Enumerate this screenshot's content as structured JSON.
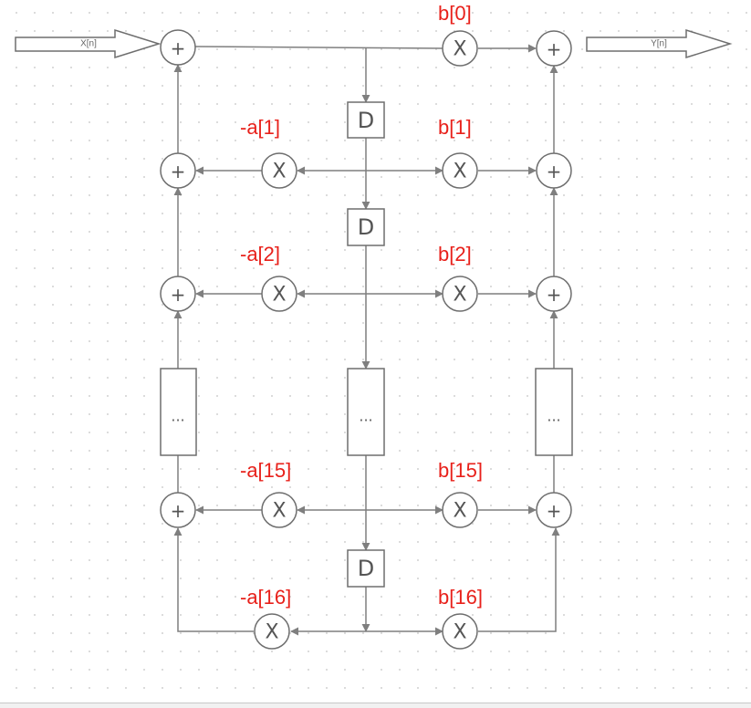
{
  "io": {
    "input_label": "X[n]",
    "output_label": "Y[n]"
  },
  "symbols": {
    "adder": "+",
    "multiplier": "X",
    "delay": "D",
    "ellipsis": "..."
  },
  "coefficients": {
    "b0": "b[0]",
    "b1": "b[1]",
    "a1": "-a[1]",
    "b2": "b[2]",
    "a2": "-a[2]",
    "b15": "b[15]",
    "a15": "-a[15]",
    "b16": "b[16]",
    "a16": "-a[16]"
  },
  "colors": {
    "coefficient_text": "#e8211b",
    "wire": "#7f7f7f",
    "node_border": "#6e6e6e"
  }
}
